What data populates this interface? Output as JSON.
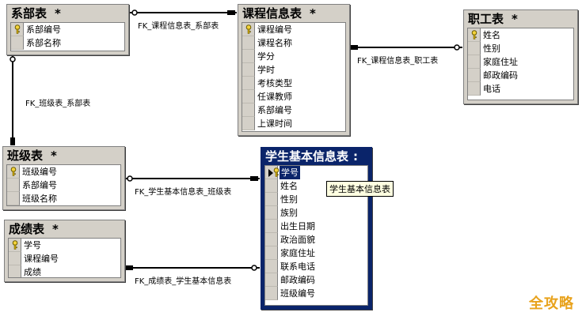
{
  "tables": {
    "xibu": {
      "name": "系部表",
      "star": "*",
      "fields": [
        {
          "label": "系部编号",
          "key": true
        },
        {
          "label": "系部名称"
        }
      ]
    },
    "kecheng": {
      "name": "课程信息表",
      "star": "*",
      "fields": [
        {
          "label": "课程编号",
          "key": true
        },
        {
          "label": "课程名称"
        },
        {
          "label": "学分"
        },
        {
          "label": "学时"
        },
        {
          "label": "考核类型"
        },
        {
          "label": "任课教师"
        },
        {
          "label": "系部编号"
        },
        {
          "label": "上课时间"
        }
      ]
    },
    "zhigong": {
      "name": "职工表",
      "star": "*",
      "fields": [
        {
          "label": "姓名",
          "key": true
        },
        {
          "label": "性别"
        },
        {
          "label": "家庭住址"
        },
        {
          "label": "邮政编码"
        },
        {
          "label": "电话"
        }
      ]
    },
    "banji": {
      "name": "班级表",
      "star": "*",
      "fields": [
        {
          "label": "班级编号",
          "key": true
        },
        {
          "label": "系部编号"
        },
        {
          "label": "班级名称"
        }
      ]
    },
    "chengji": {
      "name": "成绩表",
      "star": "*",
      "fields": [
        {
          "label": "学号",
          "key": true
        },
        {
          "label": "课程编号"
        },
        {
          "label": "成绩"
        }
      ]
    },
    "xuesheng": {
      "name": "学生基本信息表",
      "star": ":",
      "fields": [
        {
          "label": "学号",
          "key": true,
          "active": true
        },
        {
          "label": "姓名"
        },
        {
          "label": "性别"
        },
        {
          "label": "族别"
        },
        {
          "label": "出生日期"
        },
        {
          "label": "政治面貌"
        },
        {
          "label": "家庭住址"
        },
        {
          "label": "联系电话"
        },
        {
          "label": "邮政编码"
        },
        {
          "label": "班级编号"
        }
      ]
    }
  },
  "relationships": {
    "kecheng_xibu": "FK_课程信息表_系部表",
    "kecheng_zhigong": "FK_课程信息表_职工表",
    "banji_xibu": "FK_班级表_系部表",
    "xuesheng_banji": "FK_学生基本信息表_班级表",
    "chengji_xuesheng": "FK_成绩表_学生基本信息表"
  },
  "tooltip": "学生基本信息表",
  "watermark": "全攻略"
}
